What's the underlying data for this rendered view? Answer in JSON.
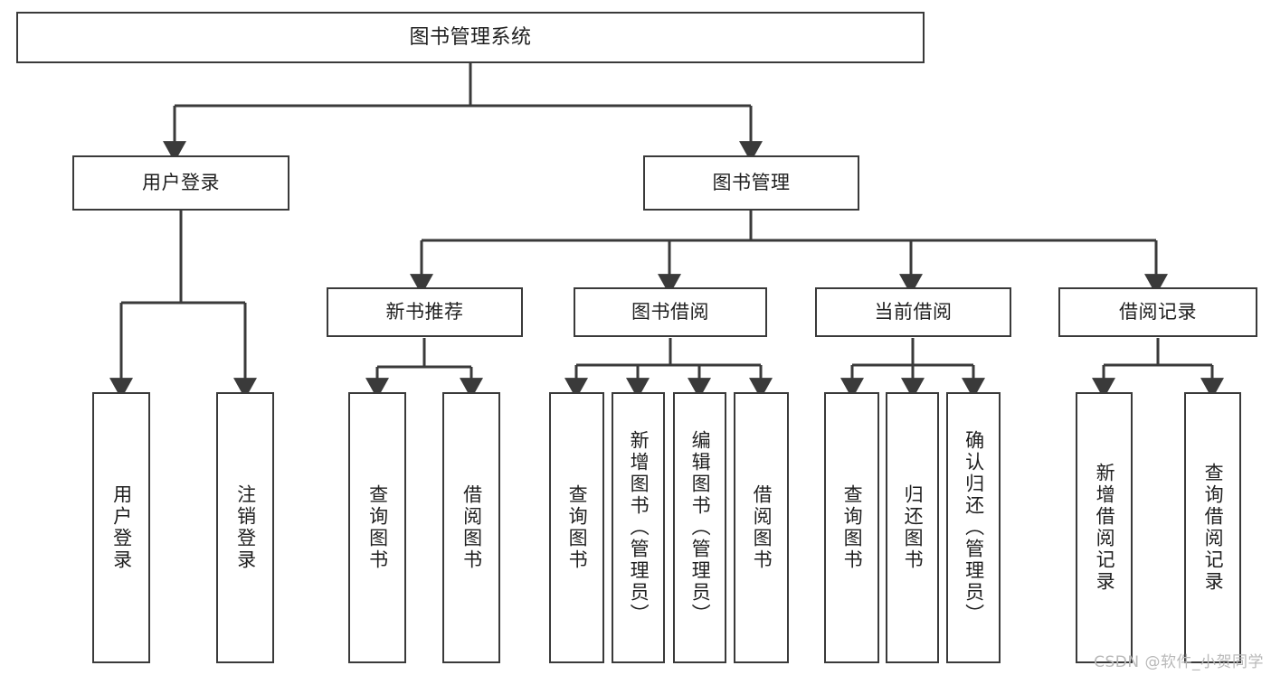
{
  "diagram": {
    "title": "图书管理系统",
    "type": "tree",
    "root": {
      "label": "图书管理系统"
    },
    "level2": [
      {
        "label": "用户登录"
      },
      {
        "label": "图书管理"
      }
    ],
    "level3": [
      {
        "label": "新书推荐"
      },
      {
        "label": "图书借阅"
      },
      {
        "label": "当前借阅"
      },
      {
        "label": "借阅记录"
      }
    ],
    "leaves": {
      "user_login": [
        {
          "label": "用户登录"
        },
        {
          "label": "注销登录"
        }
      ],
      "new_book_recommend": [
        {
          "label": "查询图书"
        },
        {
          "label": "借阅图书"
        }
      ],
      "book_borrow": [
        {
          "label": "查询图书"
        },
        {
          "label": "新增图书（管理员）"
        },
        {
          "label": "编辑图书（管理员）"
        },
        {
          "label": "借阅图书"
        }
      ],
      "current_borrow": [
        {
          "label": "查询图书"
        },
        {
          "label": "归还图书"
        },
        {
          "label": "确认归还（管理员）"
        }
      ],
      "borrow_record": [
        {
          "label": "新增借阅记录"
        },
        {
          "label": "查询借阅记录"
        }
      ]
    }
  },
  "watermark": {
    "text": "CSDN @软件_小贺同学"
  },
  "colors": {
    "stroke": "#3a3a3a",
    "fill": "#ffffff",
    "text": "#1f1f1f",
    "watermark": "#b9b9b9"
  }
}
